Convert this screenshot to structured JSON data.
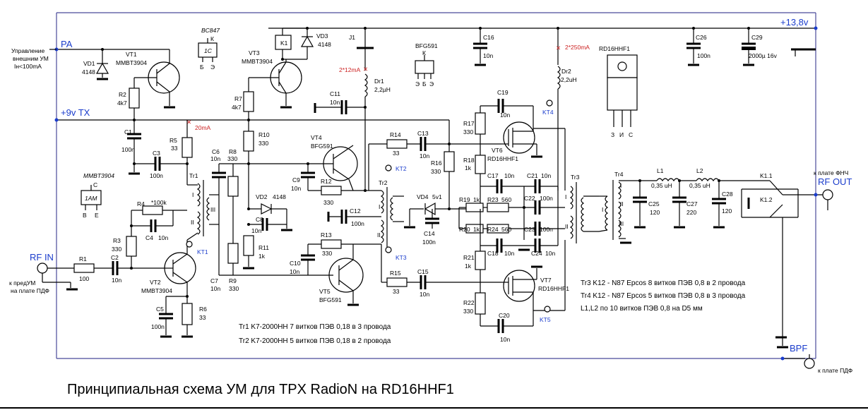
{
  "title": "Принципиальная схема УМ для TPX RadioN на RD16HHF1",
  "ports": {
    "rf_in": "RF IN",
    "rf_out": "RF OUT",
    "pa": "PA",
    "tx9v": "+9v TX",
    "supply": "+13,8v",
    "bpf": "BPF",
    "rf_in_note_1": "к предУМ",
    "rf_in_note_2": "на плате  ПДФ",
    "rf_out_note": "к плате ФНЧ",
    "bpf_note": "к плате  ПДФ",
    "ext_control_1": "Управление",
    "ext_control_2": "внешним УМ",
    "ext_control_3": "Iн<100mA"
  },
  "parts": {
    "vd1": "VD1",
    "vd1_val": "4148",
    "vt1": "VT1",
    "vt1_val": "MMBT3904",
    "r2": "R2",
    "r2_val": "4k7",
    "c1": "C1",
    "c1_val": "100n",
    "r5": "R5",
    "r5_val": "33",
    "c3": "C3",
    "c3_val": "100n",
    "r4": "R4",
    "r4_val": "*100k",
    "c4": "C4",
    "c4_val": "10n",
    "r3": "R3",
    "r3_val": "330",
    "r1": "R1",
    "r1_val": "100",
    "c2": "C2",
    "c2_val": "10n",
    "vt2": "VT2",
    "vt2_val": "MMBT3904",
    "c5": "C5",
    "c5_val": "100n",
    "r6": "R6",
    "r6_val": "33",
    "tr1": "Tr1",
    "k1": "K1",
    "vd3": "VD3",
    "vd3_val": "4148",
    "vt3": "VT3",
    "vt3_val": "MMBT3904",
    "r7": "R7",
    "r7_val": "4k7",
    "r10": "R10",
    "r10_val": "330",
    "c6": "C6",
    "c6_val": "10n",
    "r8": "R8",
    "r8_val": "330",
    "vd2": "VD2",
    "vd2_val": "4148",
    "c8": "C8",
    "c8_val": "10n",
    "r11": "R11",
    "r11_val": "1k",
    "r9": "R9",
    "r9_val": "330",
    "c7": "C7",
    "c7_val": "10n",
    "j1": "J1",
    "dr1": "Dr1",
    "dr1_val": "2,2µH",
    "c11": "C11",
    "c11_val": "10n",
    "vt4": "VT4",
    "vt4_val": "BFG591",
    "c9": "C9",
    "c9_val": "10n",
    "r12": "R12",
    "r12_val": "330",
    "c12": "C12",
    "c12_val": "100n",
    "r13": "R13",
    "r13_val": "330",
    "c10": "C10",
    "c10_val": "10n",
    "vt5": "VT5",
    "vt5_val": "BFG591",
    "tr2": "Tr2",
    "c16": "C16",
    "c16_val": "10n",
    "r14": "R14",
    "r14_val": "33",
    "c13": "C13",
    "c13_val": "10n",
    "r16": "R16",
    "r16_val": "330",
    "vd4": "VD4",
    "vd4_val": "5v1",
    "c14": "C14",
    "c14_val": "100n",
    "r15": "R15",
    "r15_val": "33",
    "c15": "C15",
    "c15_val": "10n",
    "c19": "C19",
    "c19_val": "10n",
    "r17": "R17",
    "r17_val": "330",
    "vt6": "VT6",
    "vt6_val": "RD16HHF1",
    "r18": "R18",
    "r18_val": "1k",
    "c17": "C17",
    "c17_val": "10n",
    "c21": "C21",
    "c21_val": "10n",
    "r19": "R19",
    "r19_val": "1k",
    "r23": "R23",
    "r23_val": "560",
    "c22": "C22",
    "c22_val": "100n",
    "r20": "R20",
    "r20_val": "1k",
    "r24": "R24",
    "r24_val": "560",
    "c23": "C23",
    "c23_val": "100n",
    "c18": "C18",
    "c18_val": "10n",
    "c24": "C24",
    "c24_val": "10n",
    "r21": "R21",
    "r21_val": "1k",
    "vt7": "VT7",
    "vt7_val": "RD16HHF1",
    "r22": "R22",
    "r22_val": "330",
    "c20": "C20",
    "c20_val": "10n",
    "dr2": "Dr2",
    "dr2_val": "2,2uH",
    "c26": "C26",
    "c26_val": "100n",
    "c29": "C29",
    "c29_val": "2000µ 16v",
    "tr3": "Tr3",
    "tr4": "Tr4",
    "l1": "L1",
    "l1_val": "0,35 uH",
    "l2": "L2",
    "l2_val": "0,35 uH",
    "c25": "C25",
    "c25_val": "120",
    "c27": "C27",
    "c27_val": "220",
    "c28": "C28",
    "c28_val": "120",
    "k1_1": "K1.1",
    "k1_2": "K1.2"
  },
  "pinouts": {
    "bc847": "BC847",
    "bc847_code": "1C",
    "bc847_pins": [
      "Б",
      "Э"
    ],
    "bc847_top": "К",
    "mmbt3904": "MMBT3904",
    "mmbt3904_code": "1AM",
    "mmbt3904_top": "C",
    "mmbt3904_pins": [
      "B",
      "E"
    ],
    "bfg591": "BFG591",
    "bfg591_top": "К",
    "bfg591_pins": [
      "Э",
      "Б",
      "Э"
    ],
    "rd16hhf1": "RD16HHF1",
    "rd16hhf1_pins": [
      "З",
      "И",
      "С"
    ]
  },
  "test_points": {
    "kt1": "KT1",
    "kt2": "KT2",
    "kt3": "KT3",
    "kt4": "KT4",
    "kt5": "KT5"
  },
  "currents": {
    "i20": "20mA",
    "i12": "2*12mA",
    "i250": "2*250mA"
  },
  "winding_marks": {
    "I": "I",
    "II": "II",
    "III": "III"
  },
  "notes": {
    "tr1": "Tr1  K7-2000HH  7 витков ПЭВ 0,18 в 3 провода",
    "tr2": "Tr2  K7-2000HH  5 витков ПЭВ 0,18 в 2 провода",
    "tr3": "Tr3  K12 - N87 Epcos  8 витков ПЭВ 0,8 в 2 провода",
    "tr4": "Tr4  K12 - N87 Epcos  5 витков ПЭВ 0,8 в 3 провода",
    "l1l2": "L1,L2 по 10 витков ПЭВ 0,8 на D5 мм"
  },
  "colors": {
    "wire": "#000000",
    "port_label": "#1a3ccc",
    "current_mark": "#cc2222",
    "frame": "#4a4a9a"
  }
}
